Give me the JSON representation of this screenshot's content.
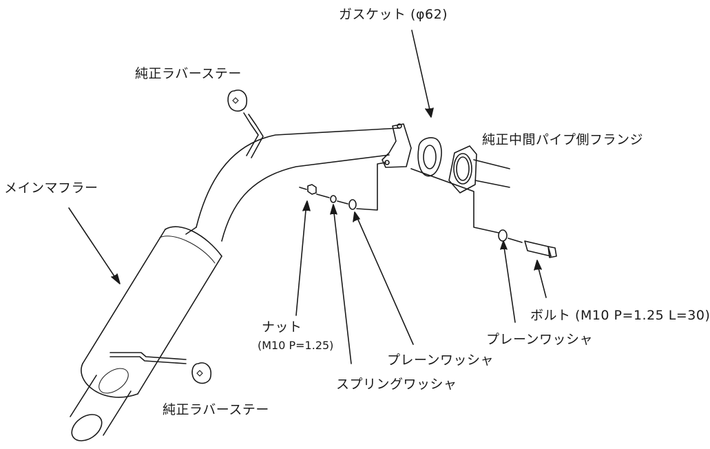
{
  "labels": {
    "gasket": "ガスケット (φ62)",
    "rubber_stay_top": "純正ラバーステー",
    "flange": "純正中間パイプ側フランジ",
    "main_muffler": "メインマフラー",
    "nut": "ナット",
    "nut_spec": "(M10 P=1.25)",
    "bolt": "ボルト (M10 P=1.25 L=30)",
    "plain_washer_right": "プレーンワッシャ",
    "plain_washer_left": "プレーンワッシャ",
    "spring_washer": "スプリングワッシャ",
    "rubber_stay_bottom": "純正ラバーステー"
  },
  "colors": {
    "line": "#1a1a1a",
    "background": "#ffffff"
  }
}
